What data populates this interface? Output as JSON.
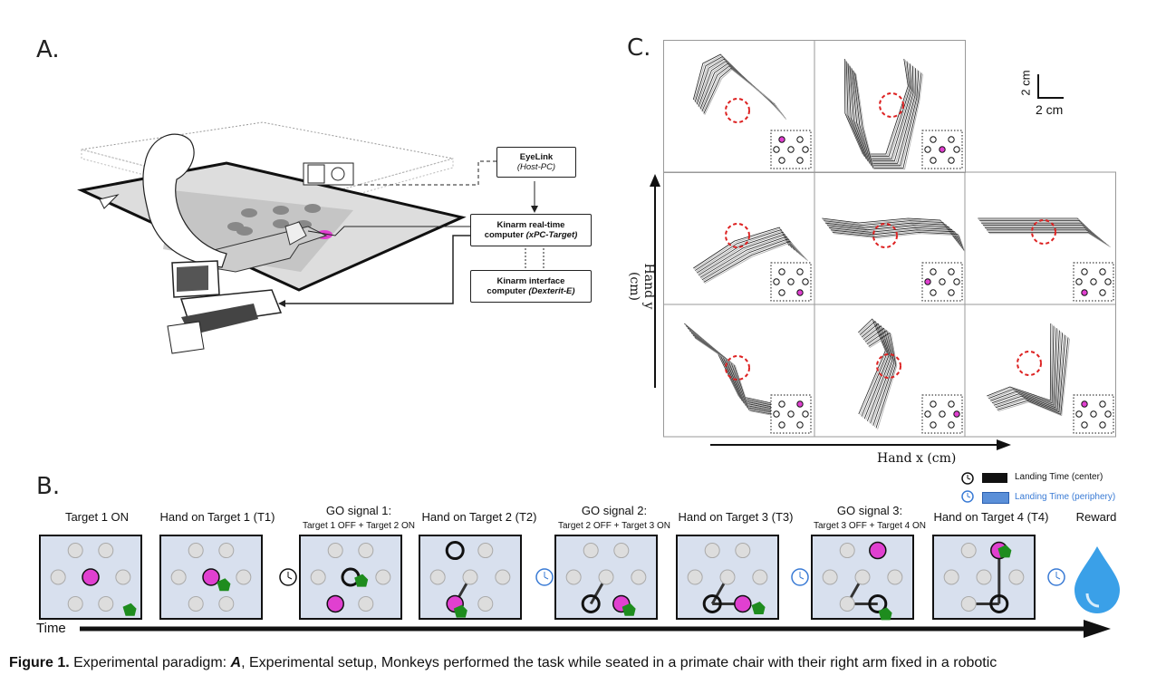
{
  "panels": {
    "a_label": "A.",
    "b_label": "B.",
    "c_label": "C."
  },
  "panel_a": {
    "eyelink_title": "EyeLink",
    "eyelink_sub": "(Host-PC)",
    "kinarm_rt_title": "Kinarm real-time",
    "kinarm_rt_title2": "computer",
    "kinarm_rt_sub": "(xPC-Target)",
    "kinarm_if_title": "Kinarm interface",
    "kinarm_if_title2": "computer",
    "kinarm_if_sub": "(Dexterit-E)"
  },
  "panel_c": {
    "scale_y": "2 cm",
    "scale_x": "2 cm",
    "ylabel": "Hand y (cm)",
    "xlabel": "Hand x (cm)"
  },
  "panel_b": {
    "legend_center": "Landing Time (center)",
    "legend_periphery": "Landing Time (periphery)",
    "time_label": "Time",
    "steps": [
      {
        "label": "Target 1 ON",
        "sub": ""
      },
      {
        "label": "Hand on Target 1 (T1)",
        "sub": ""
      },
      {
        "label": "GO signal 1:",
        "sub": "Target 1 OFF + Target 2 ON"
      },
      {
        "label": "Hand on Target 2 (T2)",
        "sub": ""
      },
      {
        "label": "GO signal 2:",
        "sub": "Target 2 OFF + Target 3 ON"
      },
      {
        "label": "Hand on Target 3 (T3)",
        "sub": ""
      },
      {
        "label": "GO signal 3:",
        "sub": "Target 3 OFF + Target 4 ON"
      },
      {
        "label": "Hand on Target 4 (T4)",
        "sub": ""
      },
      {
        "label": "Reward",
        "sub": ""
      }
    ]
  },
  "caption": {
    "figure": "Figure 1.",
    "text1": " Experimental paradigm: ",
    "panel": "A",
    "text2": ", Experimental setup, Monkeys performed the task while seated in a primate chair with their right arm fixed in a robotic"
  },
  "colors": {
    "target_magenta": "#e040d0",
    "hand_green": "#1e8c1e",
    "box_fill": "#d8e0ee",
    "timer_blue": "#3a7bd5",
    "drop_blue": "#3aa0e8",
    "dashed_red": "#d22"
  }
}
